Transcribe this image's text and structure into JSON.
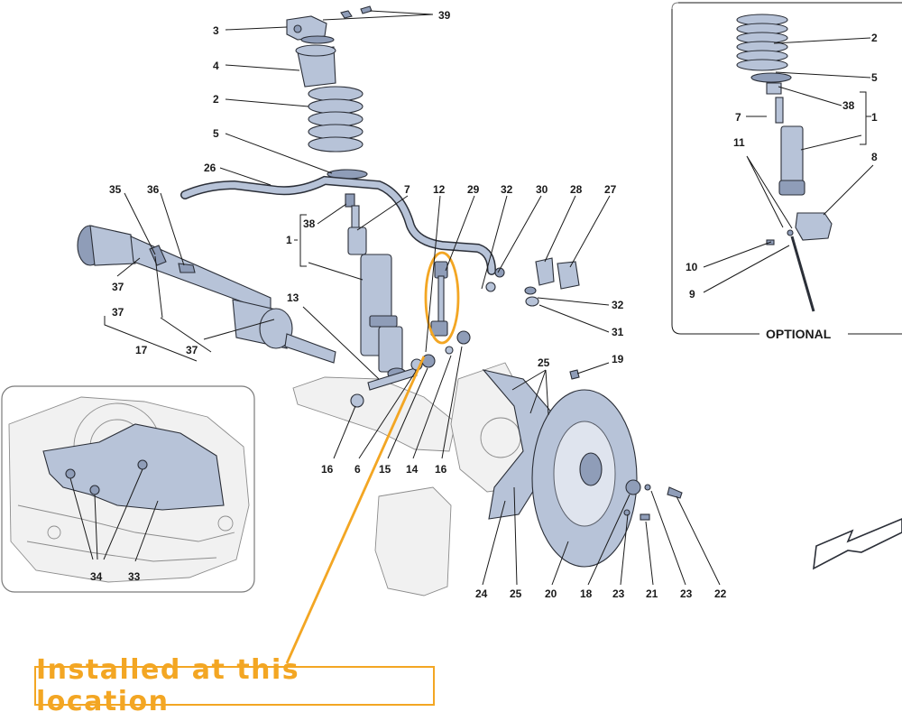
{
  "callout": {
    "text": "Installed at this location",
    "color": "#f3a623"
  },
  "optional_panel": {
    "title": "OPTIONAL"
  },
  "labels": {
    "l39": "39",
    "l3": "3",
    "l4": "4",
    "l2": "2",
    "l5": "5",
    "l26": "26",
    "l35": "35",
    "l36": "36",
    "l38": "38",
    "l1": "1",
    "l7": "7",
    "l12": "12",
    "l29": "29",
    "l32a": "32",
    "l30": "30",
    "l28": "28",
    "l27": "27",
    "l37a": "37",
    "l37b": "37",
    "l37c": "37",
    "l17": "17",
    "l13": "13",
    "l32b": "32",
    "l31": "31",
    "l25a": "25",
    "l19": "19",
    "l16a": "16",
    "l6": "6",
    "l15": "15",
    "l14": "14",
    "l16b": "16",
    "l34": "34",
    "l33": "33",
    "l24": "24",
    "l25b": "25",
    "l20": "20",
    "l18": "18",
    "l23a": "23",
    "l21": "21",
    "l23b": "23",
    "l22": "22",
    "o2": "2",
    "o5": "5",
    "o38": "38",
    "o1": "1",
    "o7": "7",
    "o11": "11",
    "o8": "8",
    "o10": "10",
    "o9": "9"
  },
  "colors": {
    "part_fill": "#b7c3d8",
    "highlight": "#f3a623"
  }
}
